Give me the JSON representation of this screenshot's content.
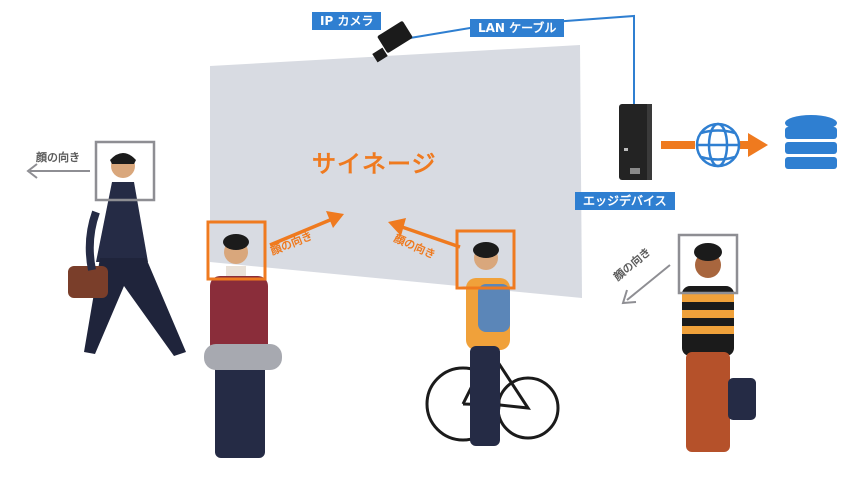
{
  "labels": {
    "ip_camera": "IP カメラ",
    "lan_cable": "LAN ケーブル",
    "edge_device": "エッジデバイス",
    "signage": "サイネージ",
    "face_direction": "顔の向き"
  },
  "colors": {
    "accent_orange": "#ef7a1f",
    "label_blue": "#2f7fd1",
    "face_box_gray": "#8e8e93",
    "signage_gray": "#d8dbe2",
    "navy": "#252b45"
  },
  "icons": {
    "camera": "camera-icon",
    "edge_device": "edge-device-icon",
    "internet": "globe-icon",
    "database": "database-icon"
  }
}
